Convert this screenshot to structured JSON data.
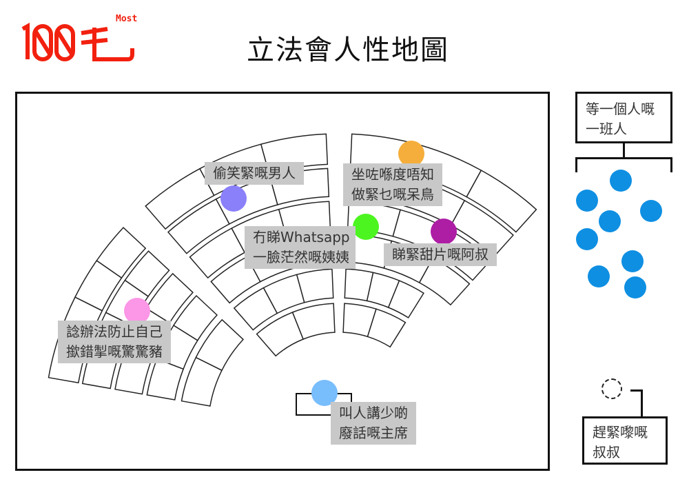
{
  "logo": {
    "text": "100毛",
    "superscript": "Most",
    "color": "#f2200e"
  },
  "header": {
    "title": "立法會人性地圖"
  },
  "chamber": {
    "labels": {
      "smirking_man": "偷笑緊嘅男人",
      "dazed_bird_line1": "坐咗喺度唔知",
      "dazed_bird_line2": "做緊乜嘅呆鳥",
      "whatsapp_line1": "冇睇Whatsapp",
      "whatsapp_line2": "一臉茫然嘅姨姨",
      "photo_uncle": "睇緊甜片嘅阿叔",
      "pig_line1": "諗辦法防止自己",
      "pig_line2": "撳錯掣嘅驚驚豬",
      "chair_line1": "叫人講少啲",
      "chair_line2": "廢話嘅主席"
    },
    "colors": {
      "smirking_man": "#8a80fa",
      "dazed_bird": "#f5ae3b",
      "whatsapp": "#4cf520",
      "photo_uncle": "#ad1ea5",
      "pig": "#fc96e6",
      "chair": "#78bdfc"
    }
  },
  "side": {
    "waiting_group_line1": "等一個人嘅",
    "waiting_group_line2": "一班人",
    "waiting_color": "#0e8fe2",
    "late_uncle_line1": "趕緊嚟嘅",
    "late_uncle_line2": "叔叔"
  }
}
